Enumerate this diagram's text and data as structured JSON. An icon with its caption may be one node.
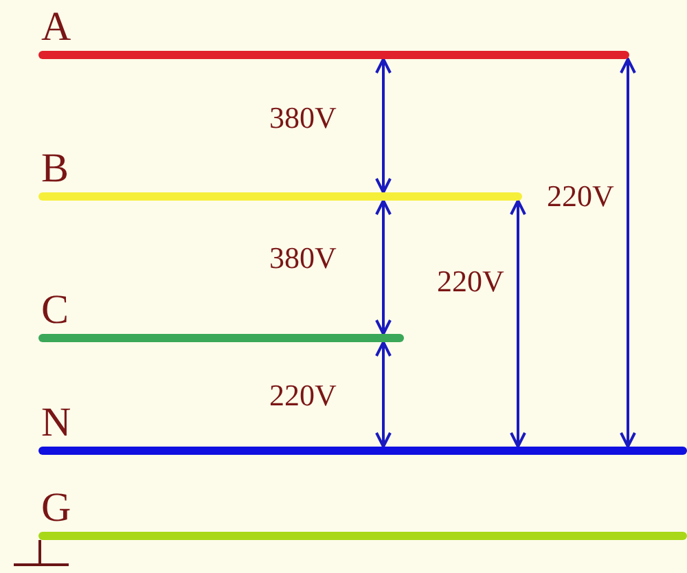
{
  "diagram": {
    "nodes": [
      {
        "text": [
          "A"
        ]
      },
      {
        "text": [
          "B"
        ]
      },
      {
        "text": [
          "C"
        ]
      },
      {
        "text": [
          "N"
        ]
      },
      {
        "text": [
          "G"
        ]
      }
    ],
    "edges": [
      {
        "from": 0,
        "to": 1,
        "arrow": "both",
        "label": "380V"
      },
      {
        "from": 1,
        "to": 2,
        "arrow": "both",
        "label": "380V"
      },
      {
        "from": 2,
        "to": 3,
        "arrow": "both",
        "label": "220V"
      },
      {
        "from": 1,
        "to": 3,
        "arrow": "both",
        "label": "220V"
      },
      {
        "from": 0,
        "to": 3,
        "arrow": "both",
        "label": "220V"
      }
    ]
  }
}
